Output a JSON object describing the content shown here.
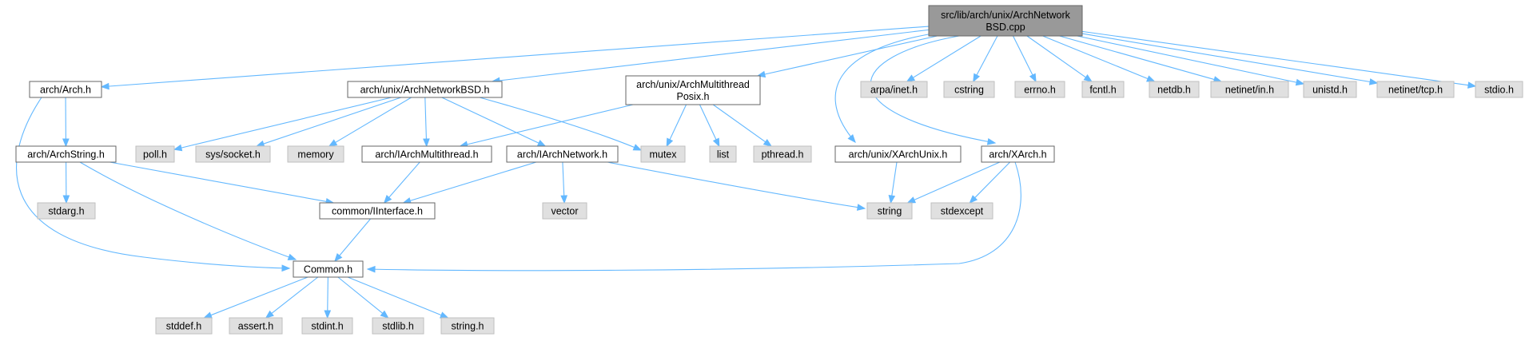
{
  "diagram": {
    "nodes": {
      "root": {
        "label": [
          "src/lib/arch/unix/ArchNetwork",
          "BSD.cpp"
        ],
        "kind": "root"
      },
      "arch_h": {
        "label": [
          "arch/Arch.h"
        ],
        "kind": "file"
      },
      "archnetbsd_h": {
        "label": [
          "arch/unix/ArchNetworkBSD.h"
        ],
        "kind": "file"
      },
      "archmtposix_h": {
        "label": [
          "arch/unix/ArchMultithread",
          "Posix.h"
        ],
        "kind": "file"
      },
      "arpa_inet": {
        "label": [
          "arpa/inet.h"
        ],
        "kind": "sys"
      },
      "cstring": {
        "label": [
          "cstring"
        ],
        "kind": "sys"
      },
      "errno": {
        "label": [
          "errno.h"
        ],
        "kind": "sys"
      },
      "fcntl": {
        "label": [
          "fcntl.h"
        ],
        "kind": "sys"
      },
      "netdb": {
        "label": [
          "netdb.h"
        ],
        "kind": "sys"
      },
      "netinet_in": {
        "label": [
          "netinet/in.h"
        ],
        "kind": "sys"
      },
      "unistd": {
        "label": [
          "unistd.h"
        ],
        "kind": "sys"
      },
      "netinet_tcp": {
        "label": [
          "netinet/tcp.h"
        ],
        "kind": "sys"
      },
      "stdio": {
        "label": [
          "stdio.h"
        ],
        "kind": "sys"
      },
      "archstring_h": {
        "label": [
          "arch/ArchString.h"
        ],
        "kind": "file"
      },
      "poll": {
        "label": [
          "poll.h"
        ],
        "kind": "sys"
      },
      "syssocket": {
        "label": [
          "sys/socket.h"
        ],
        "kind": "sys"
      },
      "memory": {
        "label": [
          "memory"
        ],
        "kind": "sys"
      },
      "iarchmt_h": {
        "label": [
          "arch/IArchMultithread.h"
        ],
        "kind": "file"
      },
      "iarchnet_h": {
        "label": [
          "arch/IArchNetwork.h"
        ],
        "kind": "file"
      },
      "mutex": {
        "label": [
          "mutex"
        ],
        "kind": "sys"
      },
      "list": {
        "label": [
          "list"
        ],
        "kind": "sys"
      },
      "pthread": {
        "label": [
          "pthread.h"
        ],
        "kind": "sys"
      },
      "xarchunix_h": {
        "label": [
          "arch/unix/XArchUnix.h"
        ],
        "kind": "file"
      },
      "xarch_h": {
        "label": [
          "arch/XArch.h"
        ],
        "kind": "file"
      },
      "stdarg": {
        "label": [
          "stdarg.h"
        ],
        "kind": "sys"
      },
      "iinterface_h": {
        "label": [
          "common/IInterface.h"
        ],
        "kind": "file"
      },
      "vector": {
        "label": [
          "vector"
        ],
        "kind": "sys"
      },
      "string": {
        "label": [
          "string"
        ],
        "kind": "sys"
      },
      "stdexcept": {
        "label": [
          "stdexcept"
        ],
        "kind": "sys"
      },
      "common_h": {
        "label": [
          "Common.h"
        ],
        "kind": "file"
      },
      "stddef": {
        "label": [
          "stddef.h"
        ],
        "kind": "sys"
      },
      "assert": {
        "label": [
          "assert.h"
        ],
        "kind": "sys"
      },
      "stdint": {
        "label": [
          "stdint.h"
        ],
        "kind": "sys"
      },
      "stdlib": {
        "label": [
          "stdlib.h"
        ],
        "kind": "sys"
      },
      "string_h": {
        "label": [
          "string.h"
        ],
        "kind": "sys"
      }
    },
    "edges": [
      [
        "root",
        "arch_h"
      ],
      [
        "root",
        "archnetbsd_h"
      ],
      [
        "root",
        "archmtposix_h"
      ],
      [
        "root",
        "arpa_inet"
      ],
      [
        "root",
        "cstring"
      ],
      [
        "root",
        "errno"
      ],
      [
        "root",
        "fcntl"
      ],
      [
        "root",
        "netdb"
      ],
      [
        "root",
        "netinet_in"
      ],
      [
        "root",
        "unistd"
      ],
      [
        "root",
        "netinet_tcp"
      ],
      [
        "root",
        "stdio"
      ],
      [
        "root",
        "xarchunix_h"
      ],
      [
        "root",
        "xarch_h"
      ],
      [
        "arch_h",
        "archstring_h"
      ],
      [
        "arch_h",
        "common_h"
      ],
      [
        "archstring_h",
        "stdarg"
      ],
      [
        "archstring_h",
        "iinterface_h"
      ],
      [
        "archstring_h",
        "common_h"
      ],
      [
        "archnetbsd_h",
        "poll"
      ],
      [
        "archnetbsd_h",
        "syssocket"
      ],
      [
        "archnetbsd_h",
        "memory"
      ],
      [
        "archnetbsd_h",
        "iarchmt_h"
      ],
      [
        "archnetbsd_h",
        "iarchnet_h"
      ],
      [
        "archnetbsd_h",
        "mutex"
      ],
      [
        "archmtposix_h",
        "iarchmt_h"
      ],
      [
        "archmtposix_h",
        "mutex"
      ],
      [
        "archmtposix_h",
        "list"
      ],
      [
        "archmtposix_h",
        "pthread"
      ],
      [
        "iarchmt_h",
        "iinterface_h"
      ],
      [
        "iarchnet_h",
        "iinterface_h"
      ],
      [
        "iarchnet_h",
        "vector"
      ],
      [
        "iarchnet_h",
        "string"
      ],
      [
        "xarchunix_h",
        "string"
      ],
      [
        "xarch_h",
        "string"
      ],
      [
        "xarch_h",
        "stdexcept"
      ],
      [
        "xarch_h",
        "common_h"
      ],
      [
        "iinterface_h",
        "common_h"
      ],
      [
        "common_h",
        "stddef"
      ],
      [
        "common_h",
        "assert"
      ],
      [
        "common_h",
        "stdint"
      ],
      [
        "common_h",
        "stdlib"
      ],
      [
        "common_h",
        "string_h"
      ]
    ]
  }
}
